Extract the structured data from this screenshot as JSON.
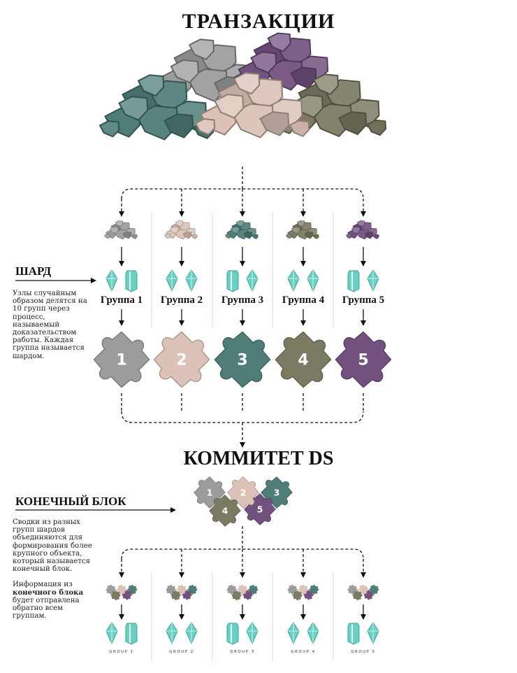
{
  "header": {
    "title": "ТРАНЗАКЦИИ"
  },
  "committee": {
    "title": "КОММИТЕТ DS"
  },
  "shard": {
    "label": "ШАРД",
    "text": [
      "Узлы случайным",
      "образом делятся  на",
      "10 групп через",
      "процесс,",
      "называемый",
      "доказательством",
      "работы. Каждая",
      "группа называется",
      "шардом."
    ]
  },
  "final_block": {
    "label": "КОНЕЧНЫЙ БЛОК",
    "text1": [
      "Сводки из разных",
      "групп шардов",
      "объединяются для",
      "формирования более",
      "крупного объекта,",
      "который называется",
      "конечный блок."
    ],
    "text2_pre": "Информация из",
    "text2_bold": "конечного блока",
    "text2_post": [
      "будет отправлена",
      "обратно всем",
      "группам."
    ]
  },
  "groups": [
    {
      "label": "Группа 1",
      "number": "1",
      "small_label": "GROUP 1",
      "color": "#9b9c9e"
    },
    {
      "label": "Группа 2",
      "number": "2",
      "small_label": "GROUP 2",
      "color": "#dcc2b7"
    },
    {
      "label": "Группа 3",
      "number": "3",
      "small_label": "GROUP 3",
      "color": "#4f7d78"
    },
    {
      "label": "Группа 4",
      "number": "4",
      "small_label": "GROUP 4",
      "color": "#7b7a62"
    },
    {
      "label": "Группа 5",
      "number": "5",
      "small_label": "GROUP 5",
      "color": "#73517f"
    }
  ],
  "colors": {
    "crystal": "#6ccfc4",
    "crystal_dark": "#3aa59a",
    "arrow": "#111111",
    "divider": "#d8d8d8"
  }
}
